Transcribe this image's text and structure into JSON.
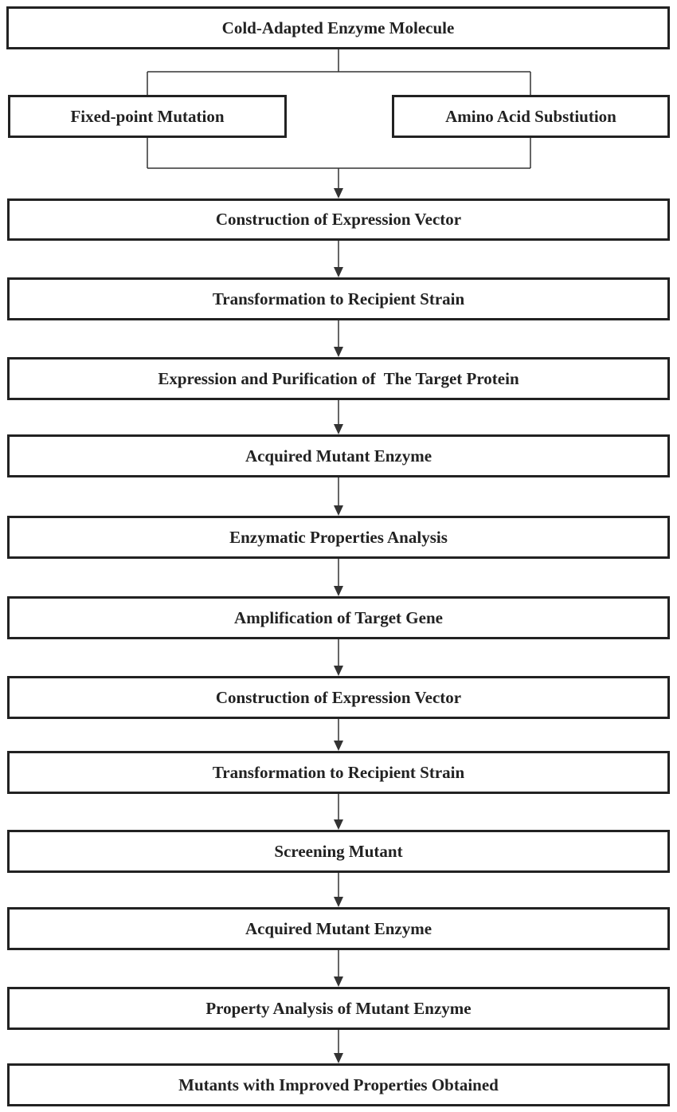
{
  "diagram": {
    "top": "Cold-Adapted Enzyme Molecule",
    "branches": [
      "Fixed-point Mutation",
      "Amino Acid Substiution"
    ],
    "steps": [
      "Construction of Expression Vector",
      "Transformation to Recipient Strain",
      "Expression and Purification of  The Target Protein",
      "Acquired Mutant Enzyme",
      "Enzymatic Properties Analysis",
      "Amplification of Target Gene",
      "Construction of Expression Vector",
      "Transformation to Recipient Strain",
      "Screening Mutant",
      "Acquired Mutant Enzyme",
      "Property Analysis of Mutant Enzyme",
      "Mutants with Improved Properties Obtained"
    ],
    "line_color": "#333333",
    "border_color": "#222222"
  }
}
